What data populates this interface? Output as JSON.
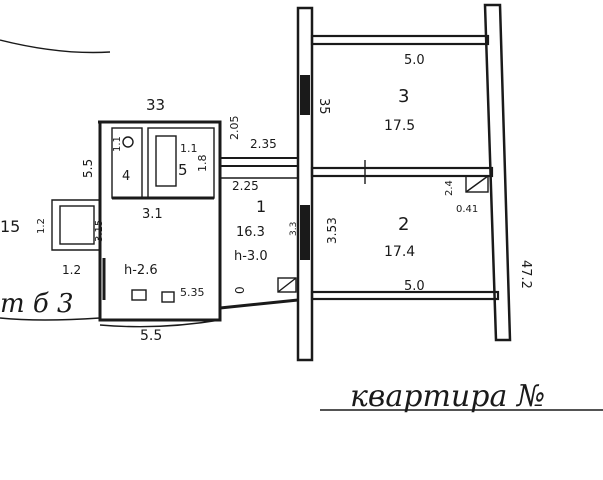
{
  "plan": {
    "left_block_width": "33",
    "left_block_height": "5.5",
    "left_corridor_width": "3.1",
    "bottom_width": "5.5",
    "room4": {
      "number": "4",
      "dim": "1.1"
    },
    "room5": {
      "number": "5",
      "area": "1.8",
      "dim": "1.1"
    },
    "door_2_05": "2.05",
    "door_2_35": "2.35",
    "dim_2_25": "2.25",
    "annex_dim": "1.2",
    "annex_label": "15",
    "annex_width": "1.2",
    "dim_3_15": "3.15",
    "room1": {
      "number": "1",
      "area": "16.3",
      "height": "h-3.0",
      "side": "3.3"
    },
    "ceiling_left": "h-2.6",
    "dim_5_35": "5.35",
    "dim_0": "0",
    "tab_label": "т б 3",
    "room3": {
      "number": "3",
      "area": "17.5",
      "width": "5.0",
      "height": "35"
    },
    "room2": {
      "number": "2",
      "area": "17.4",
      "width": "5.0",
      "height": "3.53",
      "side_a": "2.4",
      "side_b": "0.41"
    },
    "total_height": "47.2",
    "caption": "квартира №"
  }
}
